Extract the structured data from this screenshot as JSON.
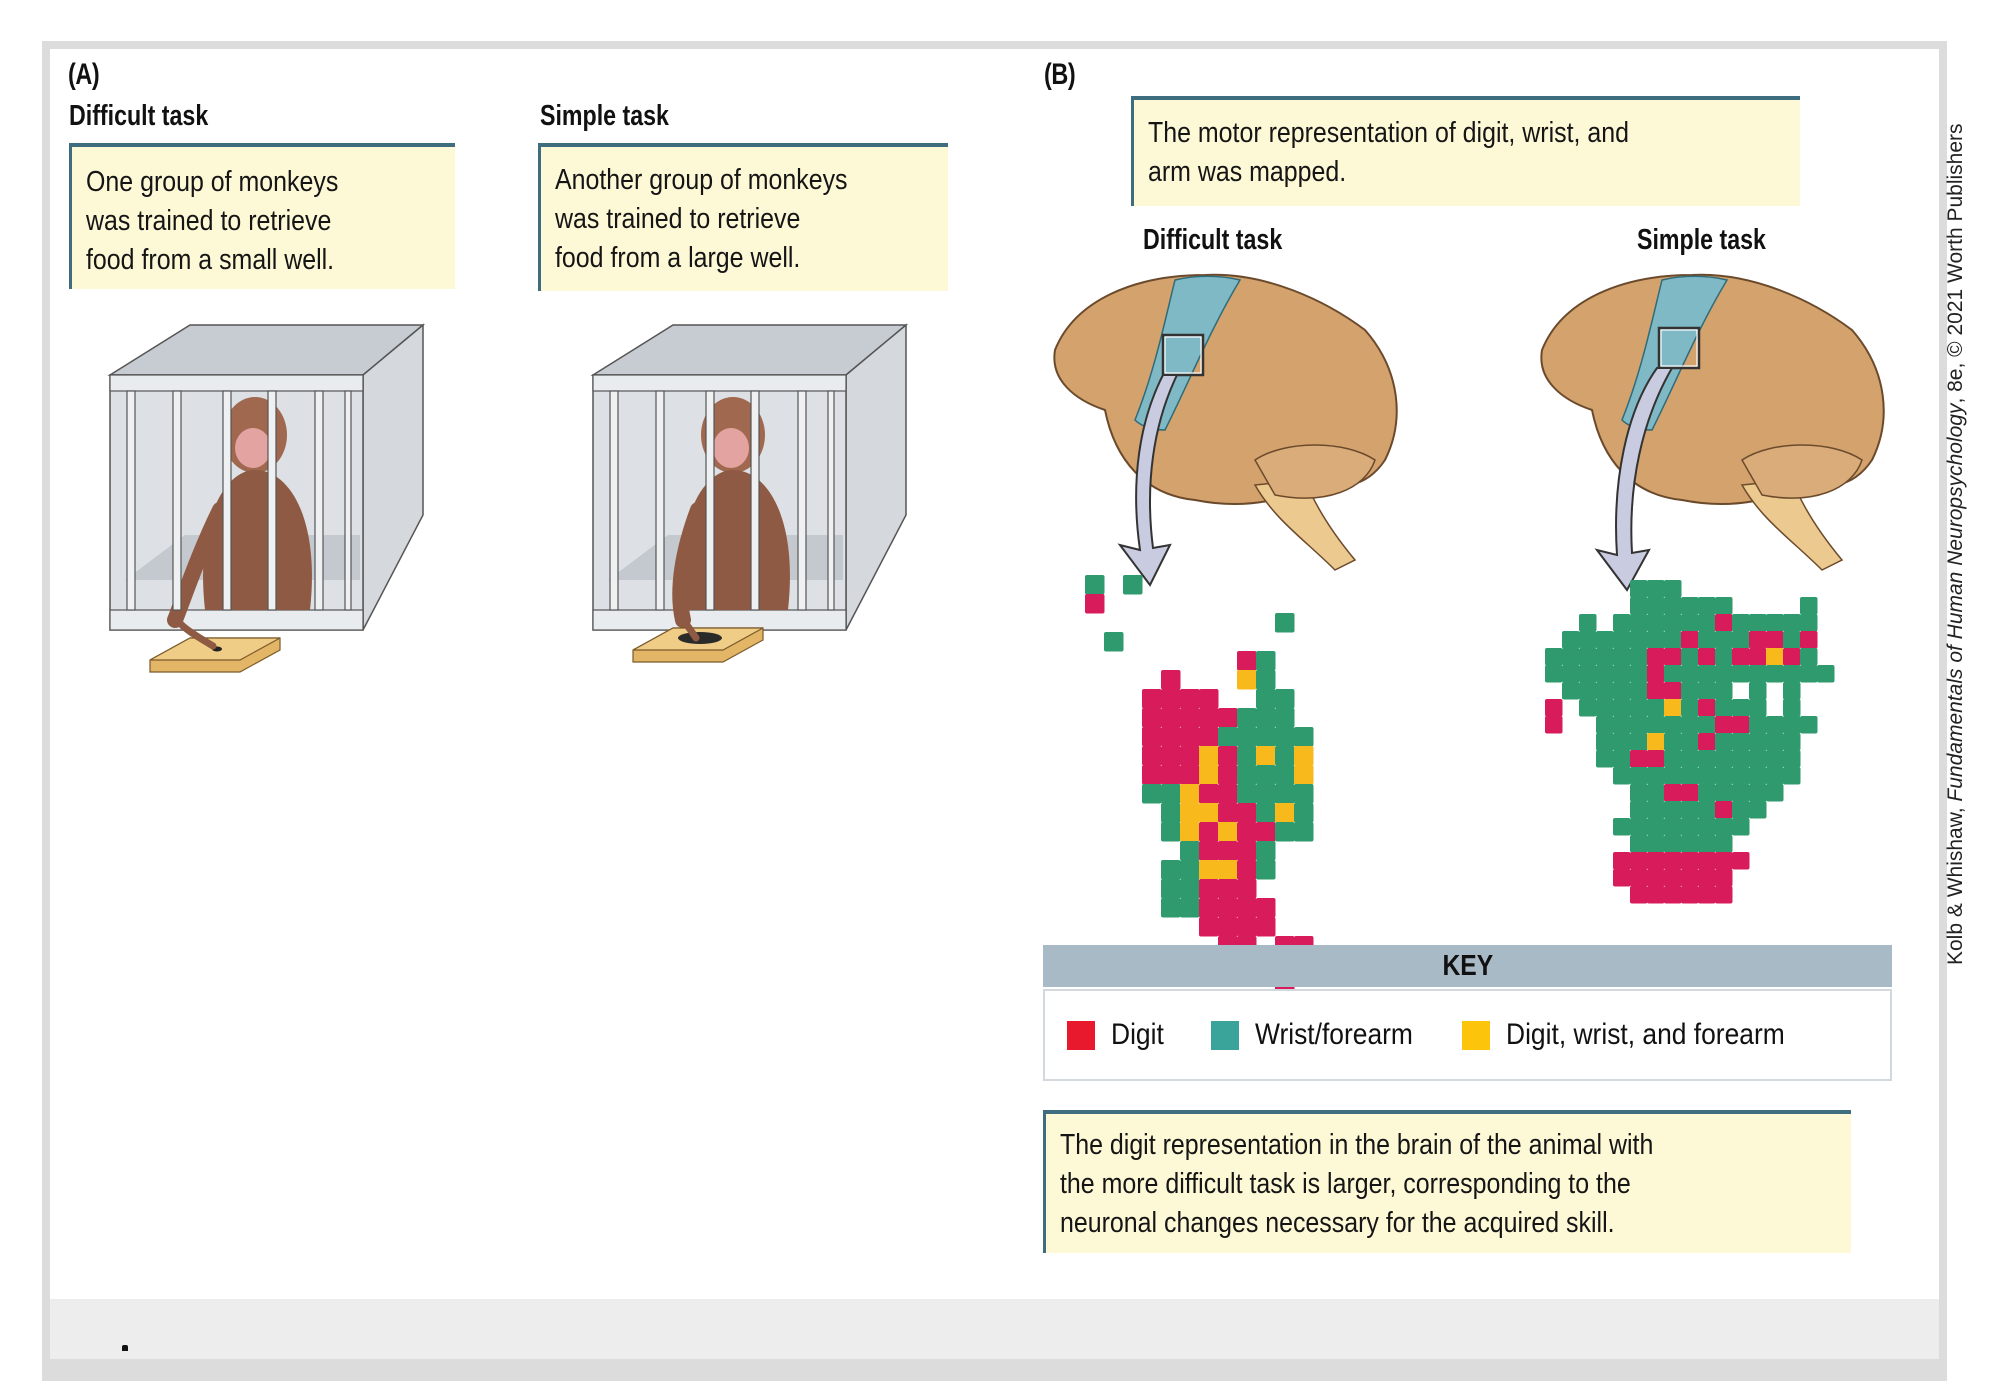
{
  "panel_a": {
    "label": "(A)",
    "difficult": {
      "heading": "Difficult task",
      "caption": "One group of monkeys\nwas trained to retrieve\nfood from a small well."
    },
    "simple": {
      "heading": "Simple task",
      "caption": "Another group of monkeys\nwas trained to retrieve\nfood from a large well."
    }
  },
  "panel_b": {
    "label": "(B)",
    "top_caption": "The motor representation of digit, wrist, and\narm was mapped.",
    "difficult_heading": "Difficult task",
    "simple_heading": "Simple task",
    "key": {
      "title": "KEY",
      "items": [
        {
          "label": "Digit",
          "color": "#e8192c"
        },
        {
          "label": "Wrist/forearm",
          "color": "#3aa39a"
        },
        {
          "label": "Digit, wrist, and forearm",
          "color": "#fcc50c"
        }
      ]
    },
    "bottom_caption": "The digit representation in the brain of the animal with\nthe more difficult task is larger, corresponding to the\nneuronal changes necessary  for the acquired skill."
  },
  "credit": {
    "authors": "Kolb & Whishaw, ",
    "title": "Fundamentals of Human Neuropsychology",
    "rest": ", 8e, © 2021 Worth Publishers"
  },
  "colors": {
    "caption_bg": "#fdf8d6",
    "caption_rule": "#3e6d80",
    "map_digit": "#d81b5a",
    "map_wrist": "#2e9a6e",
    "map_both": "#f7b91c"
  }
}
